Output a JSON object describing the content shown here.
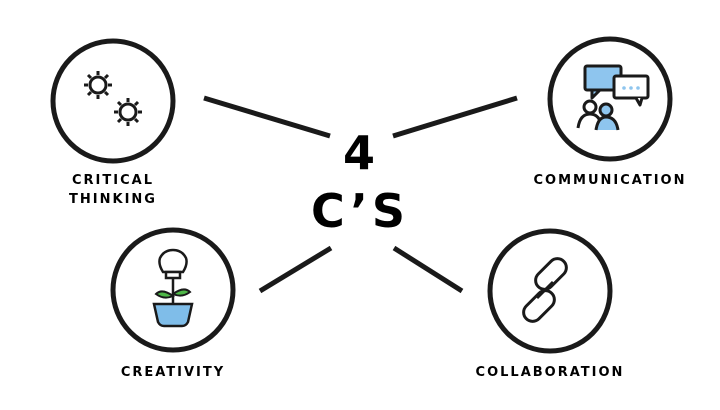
{
  "center": {
    "number": "4",
    "text": "C’S"
  },
  "nodes": [
    {
      "id": "critical-thinking",
      "label_lines": [
        "CRITICAL",
        "THINKING"
      ],
      "icon": "gears-icon"
    },
    {
      "id": "communication",
      "label_lines": [
        "COMMUNICATION"
      ],
      "icon": "chat-people-icon"
    },
    {
      "id": "creativity",
      "label_lines": [
        "CREATIVITY"
      ],
      "icon": "lightbulb-plant-icon"
    },
    {
      "id": "collaboration",
      "label_lines": [
        "COLLABORATION"
      ],
      "icon": "chain-link-icon"
    }
  ],
  "colors": {
    "stroke": "#1a1a1a",
    "accent_blue": "#8ec5ee",
    "accent_green": "#4fb848",
    "pot_blue": "#7fbde9"
  }
}
